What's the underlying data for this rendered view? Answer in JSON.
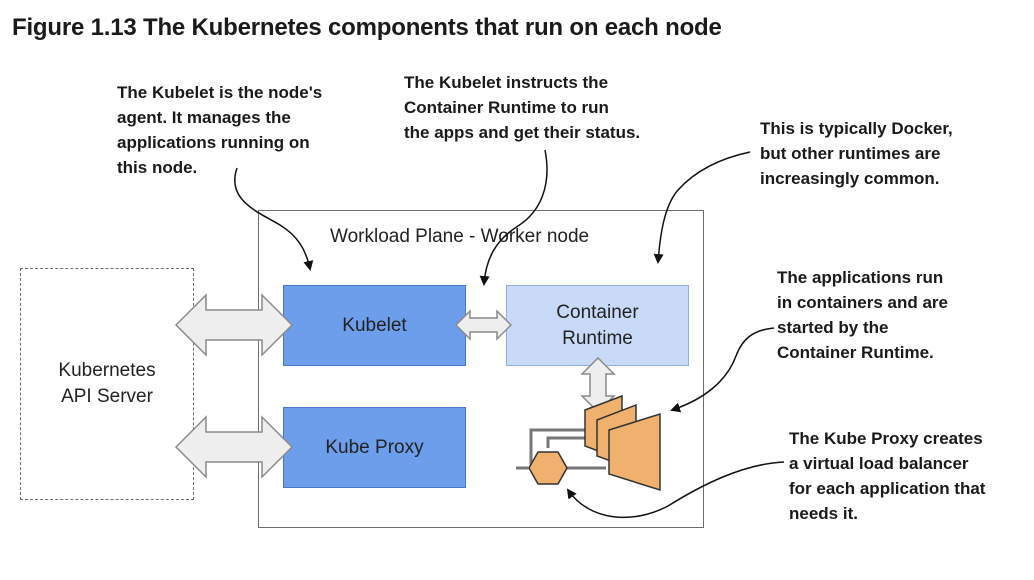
{
  "figure": {
    "title": "Figure 1.13 The Kubernetes components that run on each node"
  },
  "boxes": {
    "worker_node_label": "Workload Plane - Worker node",
    "kubelet": "Kubelet",
    "kube_proxy": "Kube Proxy",
    "container_runtime": "Container\nRuntime",
    "api_server": "Kubernetes\nAPI Server"
  },
  "annotations": {
    "kubelet_agent": "The Kubelet is the node's\nagent. It manages the\napplications running on\nthis node.",
    "kubelet_instructs": "The Kubelet instructs the\nContainer Runtime to run\nthe apps and get their status.",
    "docker": "This is typically Docker,\nbut other runtimes are\nincreasingly common.",
    "apps_run": "The applications run\nin containers and are\nstarted by the\nContainer Runtime.",
    "kube_proxy": "The Kube Proxy creates\na virtual load balancer\nfor each application that\nneeds it."
  },
  "colors": {
    "kubelet_fill": "#6d9eeb",
    "runtime_fill": "#c9daf8",
    "container_fill": "#f0b06e",
    "arrow_fill": "#eeeeee",
    "line_gray": "#777777"
  },
  "icons": {
    "containers": "container-stack-icon",
    "load_balancer": "hexagon-icon"
  }
}
